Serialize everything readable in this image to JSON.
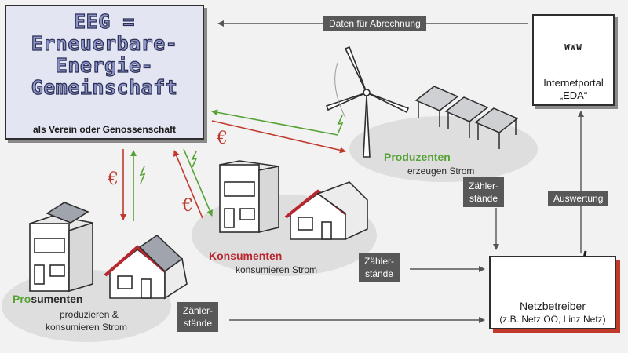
{
  "title": {
    "lines": [
      "EEG =",
      "Erneuerbare-",
      "Energie-",
      "Gemeinschaft"
    ],
    "subtitle": "als Verein oder Genossenschaft"
  },
  "tags": {
    "daten_abrechnung": "Daten für Abrechnung",
    "auswertung": "Auswertung",
    "zaehlerstaende_top": [
      "Zähler-",
      "stände"
    ],
    "zaehlerstaende_mid": [
      "Zähler-",
      "stände"
    ],
    "zaehlerstaende_bottom": [
      "Zähler-",
      "stände"
    ]
  },
  "eda": {
    "icon_text": "WWW",
    "label_line1": "Internetportal",
    "label_line2": "„EDA“"
  },
  "netz": {
    "label_line1": "Netzbetreiber",
    "label_line2": "(z.B. Netz OÖ, Linz Netz)"
  },
  "produzenten": {
    "title": "Produzenten",
    "desc": "erzeugen Strom"
  },
  "konsumenten": {
    "title": "Konsumenten",
    "desc": "konsumieren Strom"
  },
  "prosumenten": {
    "title_pro": "Pro",
    "title_rest": "sumenten",
    "desc_line1": "produzieren &",
    "desc_line2": "konsumieren Strom"
  },
  "currency_symbol": "€",
  "colors": {
    "background": "#f2f2f2",
    "title_box": "#e3e6f2",
    "title_text": "#8e96c8",
    "tag": "#585858",
    "green": "#56a235",
    "red": "#b8262f",
    "netz_shadow": "#c0392b"
  }
}
